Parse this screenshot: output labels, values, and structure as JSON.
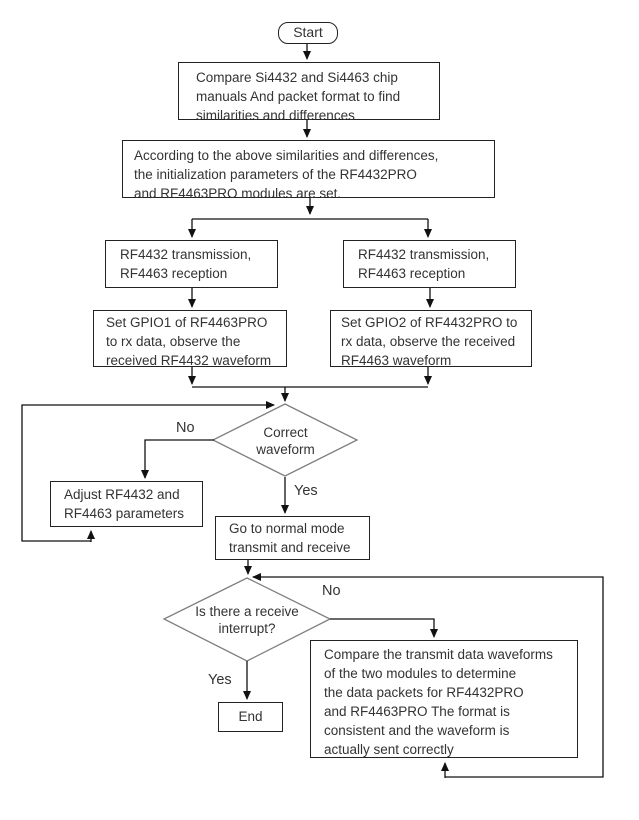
{
  "colors": {
    "line": "#111111",
    "diamond_stroke": "#7f7f7f",
    "text": "#333333",
    "background": "#ffffff"
  },
  "nodes": {
    "start": "Start",
    "compare_manuals": "Compare Si4432 and Si4463 chip\nmanuals And packet format to find\nsimilarities and differences",
    "init_params": "According to the above similarities and differences,\nthe initialization parameters of the RF4432PRO\nand RF4463PRO modules are set.",
    "tx_left": "RF4432 transmission,\nRF4463 reception",
    "tx_right": "RF4432 transmission,\nRF4463 reception",
    "gpio1": "Set GPIO1 of RF4463PRO\nto rx data, observe the\nreceived RF4432 waveform",
    "gpio2": "Set GPIO2 of RF4432PRO to\nrx data, observe the received\nRF4463 waveform",
    "correct_waveform": "Correct\nwaveform",
    "adjust_params": "Adjust RF4432 and\nRF4463 parameters",
    "normal_mode": "Go to normal mode\ntransmit and receive",
    "receive_interrupt": "Is there a receive\ninterrupt?",
    "compare_waveforms": "Compare the transmit data waveforms\nof the two modules to determine\nthe data packets for RF4432PRO\nand RF4463PRO The format is\nconsistent and the waveform is\nactually sent correctly",
    "end": "End"
  },
  "edge_labels": {
    "correct_waveform_no": "No",
    "correct_waveform_yes": "Yes",
    "receive_interrupt_no": "No",
    "receive_interrupt_yes": "Yes"
  }
}
